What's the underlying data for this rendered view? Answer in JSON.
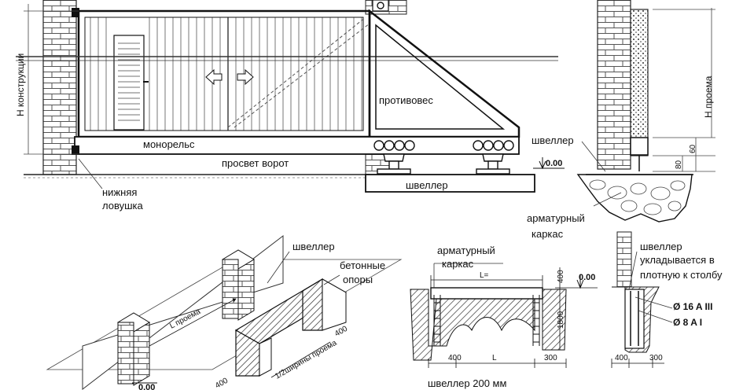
{
  "top_left": {
    "h_construction": "Н конструкции",
    "monorail": "монорельс",
    "gate_clearance": "просвет ворот",
    "counterweight": "противовес",
    "channel": "швеллер",
    "level": "0.00",
    "bottom_trap_1": "нижняя",
    "bottom_trap_2": "ловушка"
  },
  "top_right": {
    "channel": "швеллер",
    "h_opening": "Н проема",
    "dim_60": "60",
    "dim_80": "80",
    "rebar_cage_1": "арматурный",
    "rebar_cage_2": "каркас"
  },
  "bottom_left": {
    "channel": "швеллер",
    "concrete_1": "бетонные",
    "concrete_2": "опоры",
    "l_opening": "L проема",
    "dim_400": "400",
    "half_width": "1/2ширины проема",
    "level": "0.00",
    "dim_400b": "400"
  },
  "bottom_mid": {
    "rebar_1": "арматурный",
    "rebar_2": "каркас",
    "l_eq": "L=",
    "dim_400_top": "400",
    "level": "0.00",
    "dim_1800": "1800",
    "dim_400_left": "400",
    "dim_L": "L",
    "dim_300": "300",
    "channel_200": "швеллер 200 мм"
  },
  "bottom_right": {
    "channel": "швеллер",
    "note_1": "укладывается в",
    "note_2": "плотную к столбу",
    "rebar_16": "Ø 16 A III",
    "rebar_8": "Ø 8 A I",
    "dim_400": "400",
    "dim_300": "300"
  }
}
